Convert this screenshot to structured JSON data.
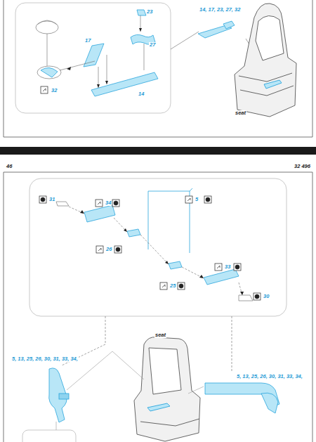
{
  "diagram": {
    "labels": [
      "23",
      "17",
      "27",
      "14",
      "32",
      "14, 17, 23, 27, 32",
      "seat",
      "46",
      "32 496",
      "31",
      "34",
      "5",
      "26",
      "33",
      "25",
      "30",
      "seat",
      "5, 13, 25, 26, 30, 31, 33, 34,",
      "5, 13, 25, 26, 30, 31, 33, 34,"
    ]
  }
}
